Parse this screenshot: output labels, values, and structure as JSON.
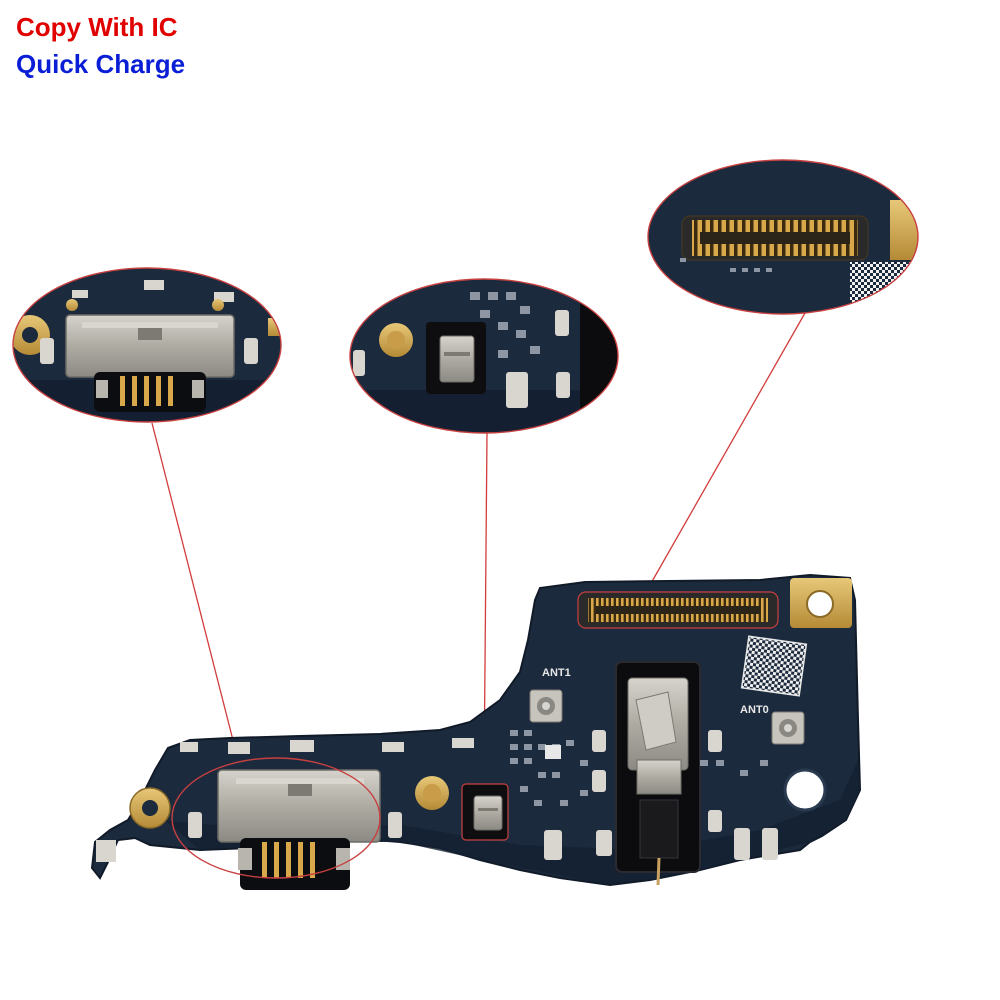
{
  "captions": {
    "line1": "Copy With IC",
    "line2": "Quick Charge"
  },
  "colors": {
    "caption_line1": "#e00000",
    "caption_line2": "#0a1ed6",
    "pcb": "#1c2a3d",
    "pcb_dark": "#142032",
    "gold": "#d9b15a",
    "connector_gold": "#b8862a",
    "metal": "#b6b3ac",
    "leader_line": "#d23c3c",
    "callout_border": "#c84040",
    "silkscreen": "#e8e8e8"
  },
  "board": {
    "silkscreen_labels": [
      "ANT1",
      "ANT0"
    ]
  },
  "callouts": [
    {
      "id": "usb-port",
      "subject": "usb-c-port-icon"
    },
    {
      "id": "microphone",
      "subject": "microphone-icon"
    },
    {
      "id": "board-connector",
      "subject": "flex-connector-icon"
    }
  ]
}
